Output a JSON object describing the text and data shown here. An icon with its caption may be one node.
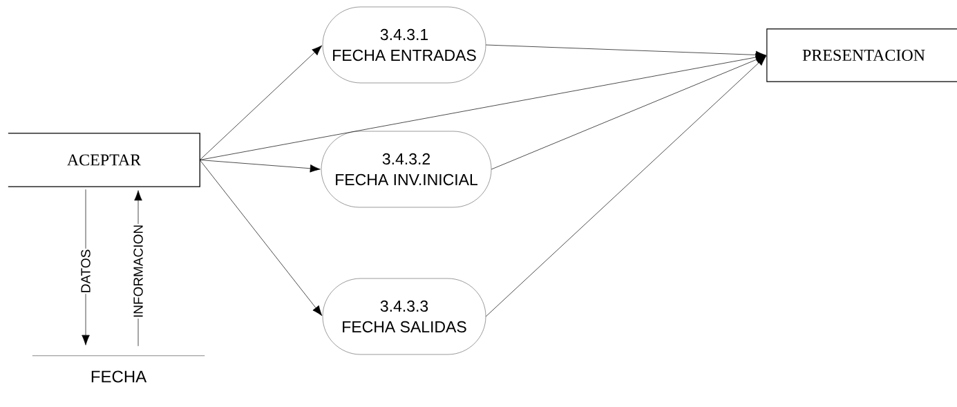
{
  "diagram": {
    "nodes": [
      {
        "text": [
          "ACEPTAR"
        ]
      },
      {
        "text": [
          "3.4.3.1",
          "FECHA ENTRADAS"
        ]
      },
      {
        "text": [
          "3.4.3.2",
          "FECHA INV.INICIAL"
        ]
      },
      {
        "text": [
          "3.4.3.3",
          "FECHA SALIDAS"
        ]
      },
      {
        "text": [
          "PRESENTACION"
        ]
      },
      {
        "text": [
          "FECHA"
        ]
      }
    ],
    "edges": [
      {
        "from": 0,
        "to": 1,
        "arrow": "to"
      },
      {
        "from": 0,
        "to": 4,
        "arrow": "to"
      },
      {
        "from": 0,
        "to": 2,
        "arrow": "to"
      },
      {
        "from": 0,
        "to": 3,
        "arrow": "to"
      },
      {
        "from": 1,
        "to": 4,
        "arrow": "to"
      },
      {
        "from": 2,
        "to": 4,
        "arrow": "to"
      },
      {
        "from": 3,
        "to": 4,
        "arrow": "to"
      },
      {
        "from": 0,
        "to": 5,
        "arrow": "to",
        "label": "DATOS"
      },
      {
        "from": 5,
        "to": 0,
        "arrow": "to",
        "label": "INFORMACION"
      }
    ]
  }
}
